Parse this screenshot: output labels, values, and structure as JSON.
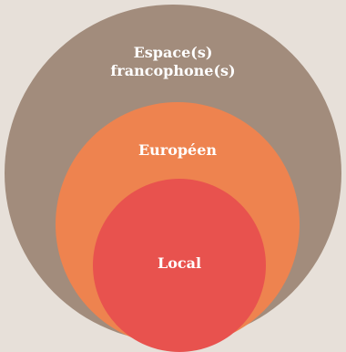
{
  "colors": {
    "background": "#e7e0d9",
    "outer": "#a28c7c",
    "middle": "#ee834f",
    "inner": "#e8524e",
    "text": "#ffffff"
  },
  "circles": {
    "outer": {
      "line1": "Espace(s)",
      "line2": "francophone(s)"
    },
    "middle": {
      "label": "Européen"
    },
    "inner": {
      "label": "Local"
    }
  }
}
